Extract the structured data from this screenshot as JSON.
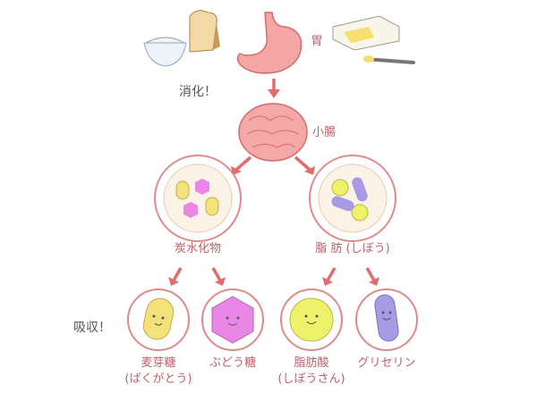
{
  "labels": {
    "stomach": "胃",
    "digestion": "消化！",
    "small_intestine": "小腸",
    "carbohydrate": "炭水化物",
    "fat": "脂 肪 (しぼう)",
    "absorption": "吸収！",
    "maltose": "麦芽糖",
    "maltose_reading": "(ばくがとう)",
    "glucose": "ぶどう糖",
    "fatty_acid": "脂肪酸",
    "fatty_acid_reading": "(しぼうさん)",
    "glycerin": "グリセリン"
  },
  "colors": {
    "label": "#c0606a",
    "arrow": "#e36b6b",
    "circle": "#e08a8a",
    "maltose": "#f3e27a",
    "glucose": "#ea86e6",
    "fatty_acid": "#eef26a",
    "glycerin": "#a99ae6"
  }
}
